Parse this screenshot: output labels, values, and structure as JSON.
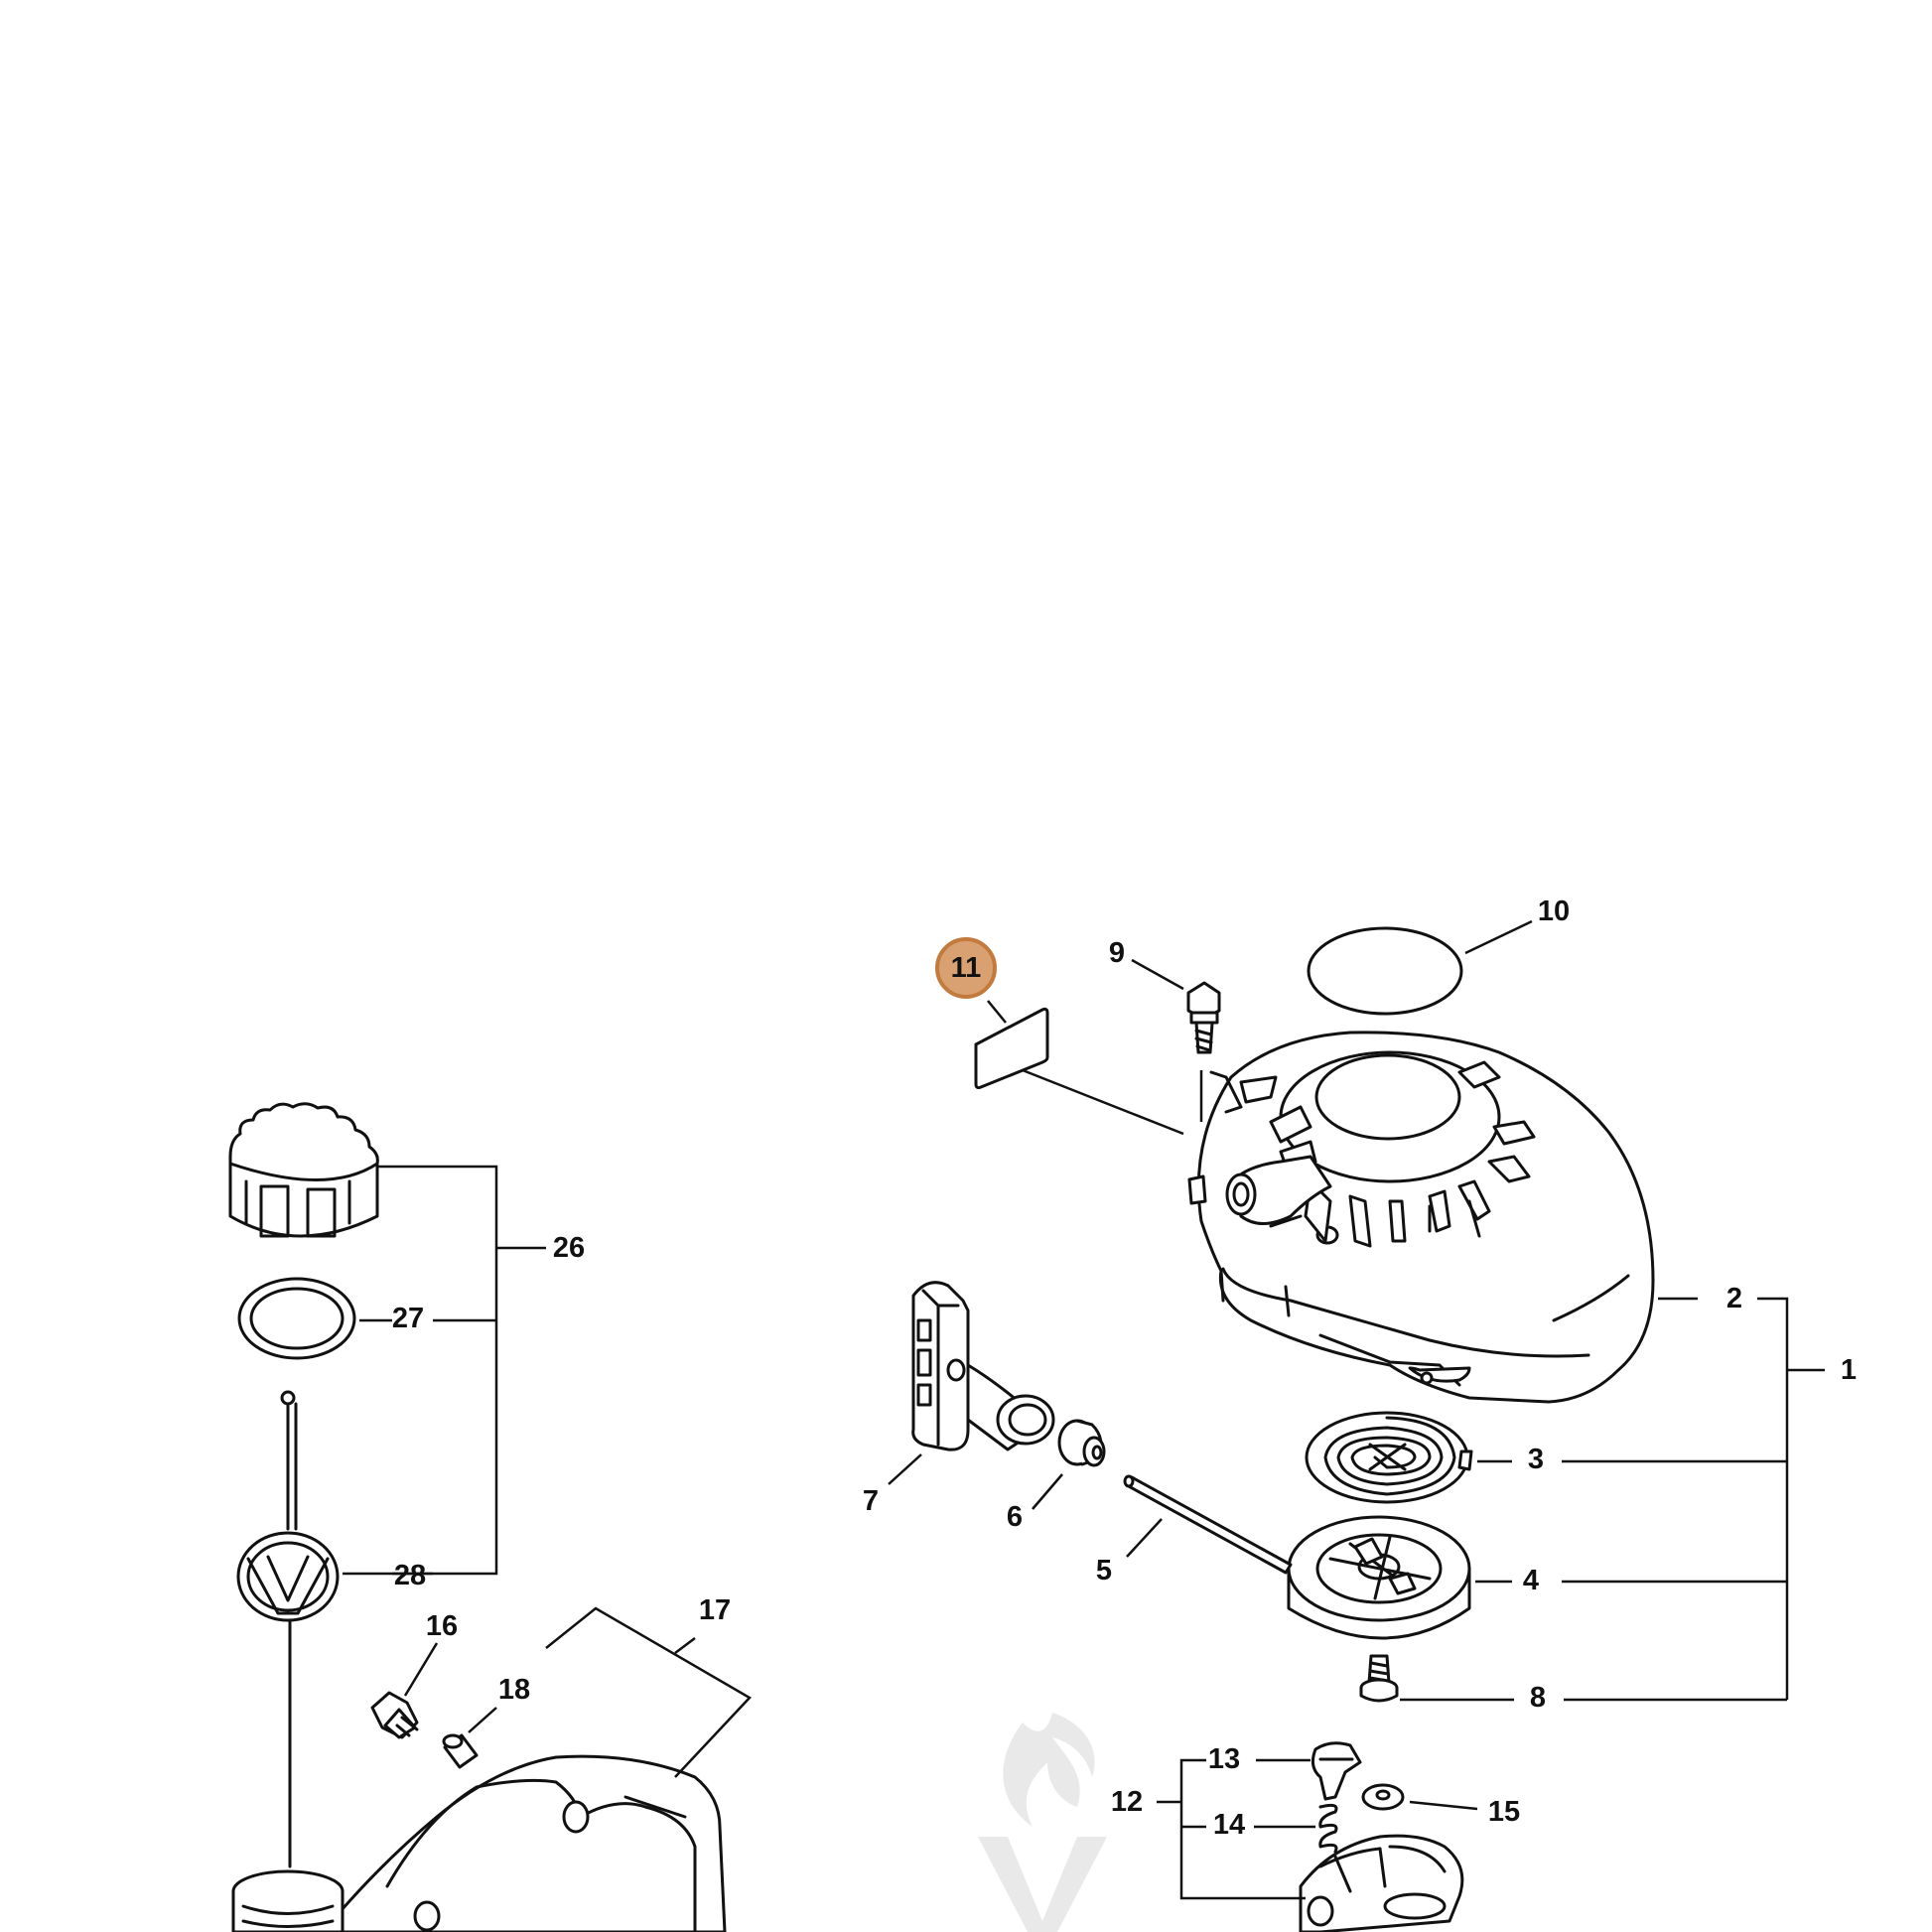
{
  "highlight": {
    "fill": "#d9a071",
    "stroke": "#c37a3d",
    "label": "11"
  },
  "labels": {
    "l1": "1",
    "l2": "2",
    "l3": "3",
    "l4": "4",
    "l5": "5",
    "l6": "6",
    "l7": "7",
    "l8": "8",
    "l9": "9",
    "l10": "10",
    "l12": "12",
    "l13": "13",
    "l14": "14",
    "l15": "15",
    "l16": "16",
    "l17": "17",
    "l18": "18",
    "l26": "26",
    "l27": "27",
    "l28": "28"
  }
}
